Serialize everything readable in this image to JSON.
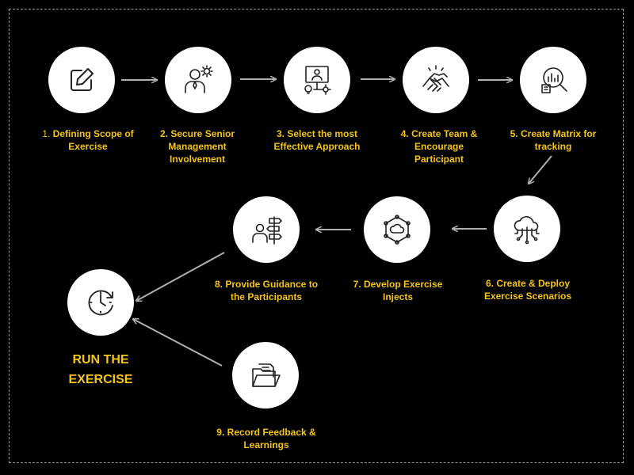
{
  "steps": [
    {
      "number": "1.",
      "label": "Defining Scope of Exercise",
      "icon": "edit-icon"
    },
    {
      "number": "2.",
      "label": "Secure Senior Management Involvement",
      "icon": "manager-gear-icon"
    },
    {
      "number": "3.",
      "label": "Select the most Effective Approach",
      "icon": "presenter-idea-icon"
    },
    {
      "number": "4.",
      "label": "Create Team & Encourage Participant",
      "icon": "handshake-icon"
    },
    {
      "number": "5.",
      "label": "Create Matrix for tracking",
      "icon": "analytics-magnifier-icon"
    },
    {
      "number": "6.",
      "label": "Create & Deploy Exercise Scenarios",
      "icon": "cloud-network-icon"
    },
    {
      "number": "7.",
      "label": "Develop Exercise Injects",
      "icon": "network-hub-icon"
    },
    {
      "number": "8.",
      "label": "Provide Guidance to the Participants",
      "icon": "guide-signpost-icon"
    },
    {
      "number": "9.",
      "label": "Record Feedback & Learnings",
      "icon": "folder-documents-icon"
    }
  ],
  "center": {
    "label_line1": "RUN THE",
    "label_line2": "EXERCISE",
    "icon": "clock-cycle-icon"
  },
  "colors": {
    "background": "#000000",
    "node": "#ffffff",
    "label": "#f5c518",
    "arrow": "#b0b0b0",
    "icon": "#222222"
  }
}
